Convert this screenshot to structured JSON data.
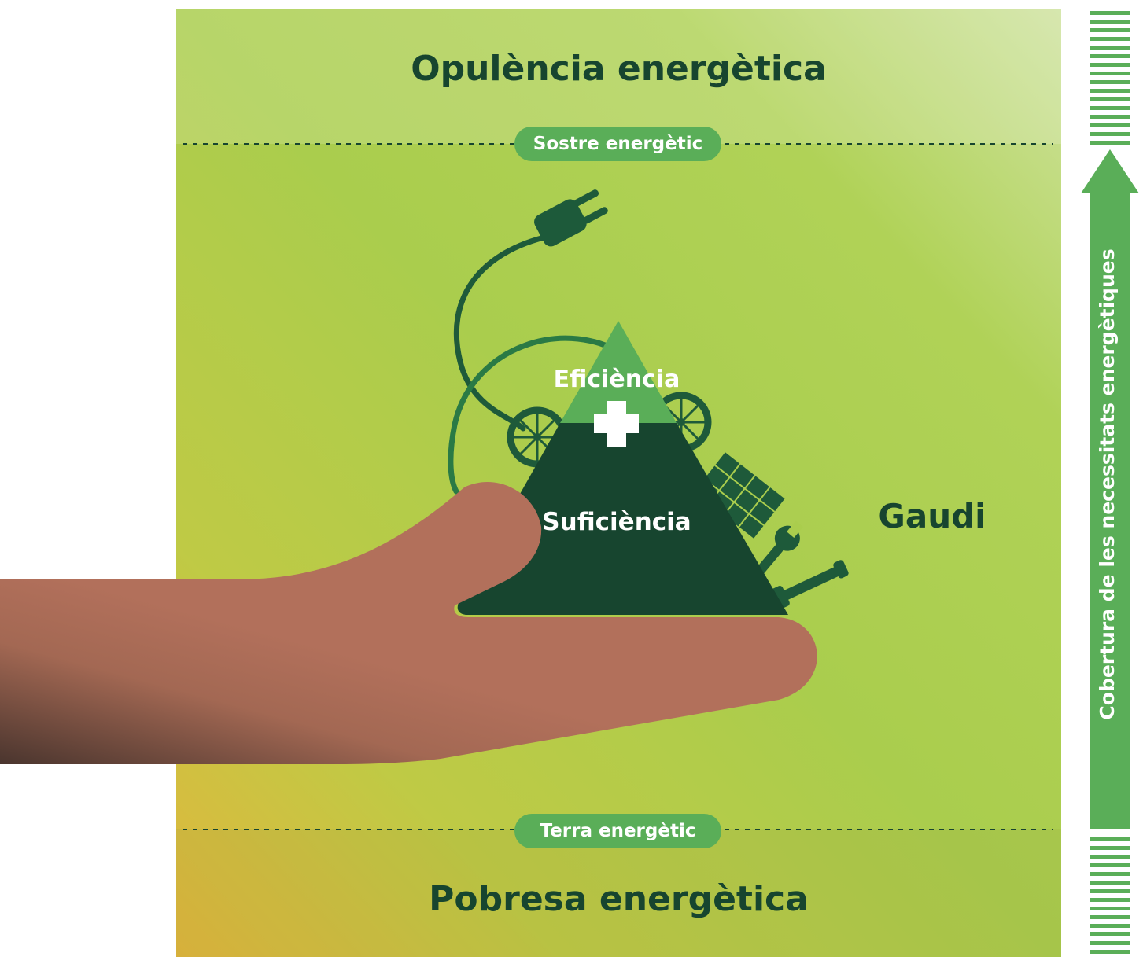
{
  "zones": {
    "top_title": "Opulència energètica",
    "bottom_title": "Pobresa energètica"
  },
  "thresholds": {
    "ceiling_label": "Sostre energètic",
    "floor_label": "Terra energètic"
  },
  "pyramid": {
    "top_label": "Eficiència",
    "bottom_label": "Suficiència"
  },
  "side_label": "Gaudi",
  "arrow": {
    "label": "Cobertura de les necessitats energètiques"
  },
  "colors": {
    "dark_green": "#17452f",
    "accent_green": "#5aae58",
    "background_green": "#aacd4d",
    "hand": "#b2705b"
  },
  "icons": [
    "plug-icon",
    "bicycle-wheel-icon",
    "solar-panel-icon",
    "wrench-icon",
    "plus-icon",
    "hand-icon"
  ]
}
